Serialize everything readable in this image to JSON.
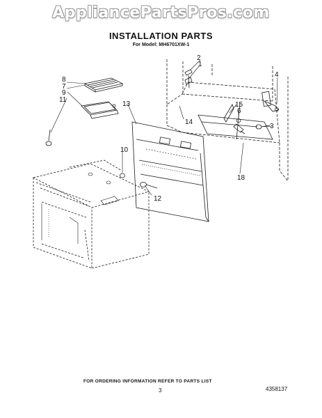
{
  "watermark": "AppliancePartsPros.com",
  "header": {
    "title": "INSTALLATION PARTS",
    "model": "For Model: MH6701XW-1"
  },
  "callouts": {
    "c1": "1",
    "c2": "2",
    "c3": "3",
    "c4": "4",
    "c5": "5",
    "c6": "6",
    "c7": "7",
    "c8": "8",
    "c9": "9",
    "c10": "10",
    "c11": "11",
    "c12": "12",
    "c13": "13",
    "c14": "14",
    "c15": "15",
    "c18": "18"
  },
  "footer": {
    "note": "FOR ORDERING INFORMATION REFER TO PARTS LIST",
    "page": "3",
    "doc_number": "4358137"
  },
  "colors": {
    "line": "#1a1a1a",
    "watermark_outline": "#9a9a9a"
  }
}
